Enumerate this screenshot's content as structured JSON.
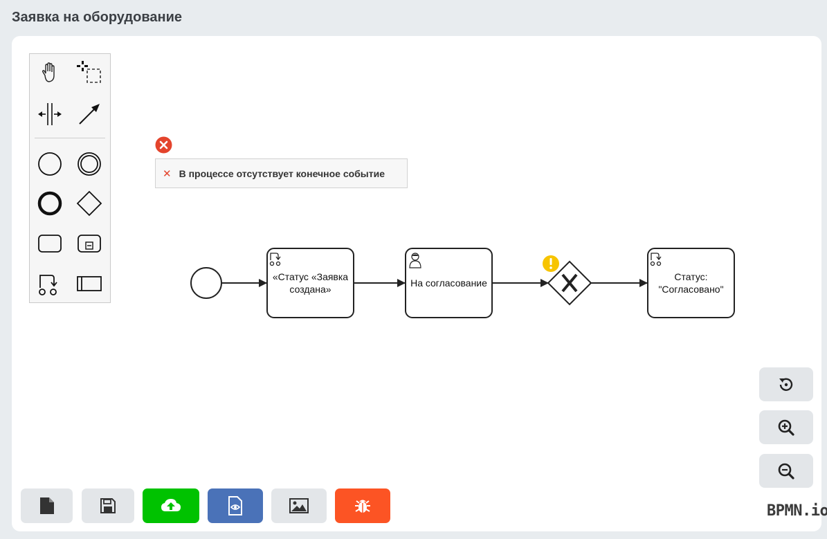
{
  "page": {
    "title": "Заявка на оборудование"
  },
  "palette": {
    "tools": [
      {
        "name": "hand-tool",
        "icon": "hand-icon"
      },
      {
        "name": "lasso-tool",
        "icon": "lasso-icon"
      },
      {
        "name": "space-tool",
        "icon": "space-icon"
      },
      {
        "name": "connect-tool",
        "icon": "arrow-icon"
      },
      {
        "name": "start-event",
        "icon": "circle-icon"
      },
      {
        "name": "intermediate-event",
        "icon": "double-circle-icon"
      },
      {
        "name": "end-event",
        "icon": "bold-circle-icon"
      },
      {
        "name": "gateway",
        "icon": "diamond-icon"
      },
      {
        "name": "task",
        "icon": "rounded-rect-icon"
      },
      {
        "name": "subprocess",
        "icon": "subprocess-icon"
      },
      {
        "name": "service-task",
        "icon": "service-task-icon"
      },
      {
        "name": "pool",
        "icon": "pool-icon"
      }
    ]
  },
  "validation": {
    "error_message": "В процессе отсутствует конечное событие",
    "error_color": "#e4442c",
    "warning_color": "#f7c400"
  },
  "diagram": {
    "tasks": [
      {
        "id": "task-status-created",
        "label": "«Статус «Заявка создана»",
        "type": "service"
      },
      {
        "id": "task-approval",
        "label": "На согласование",
        "type": "user"
      },
      {
        "id": "task-status-approved",
        "label": "Статус: \"Согласовано\"",
        "type": "service"
      }
    ],
    "gateway": {
      "type": "exclusive",
      "marker": "X"
    }
  },
  "bottom_toolbar": {
    "buttons": [
      {
        "name": "new-file-button",
        "icon": "file-icon",
        "color": "#e3e6e9"
      },
      {
        "name": "save-button",
        "icon": "floppy-icon",
        "color": "#e3e6e9"
      },
      {
        "name": "deploy-button",
        "icon": "cloud-upload-icon",
        "color": "#00c200"
      },
      {
        "name": "preview-button",
        "icon": "file-eye-icon",
        "color": "#4a72b8"
      },
      {
        "name": "export-image-button",
        "icon": "image-icon",
        "color": "#e3e6e9"
      },
      {
        "name": "debug-button",
        "icon": "bug-icon",
        "color": "#fc5424"
      }
    ]
  },
  "zoom": {
    "buttons": [
      {
        "name": "reset-zoom-button",
        "icon": "reset-icon"
      },
      {
        "name": "zoom-in-button",
        "icon": "zoom-in-icon"
      },
      {
        "name": "zoom-out-button",
        "icon": "zoom-out-icon"
      }
    ]
  },
  "brand": {
    "logo": "BPMN.io"
  }
}
